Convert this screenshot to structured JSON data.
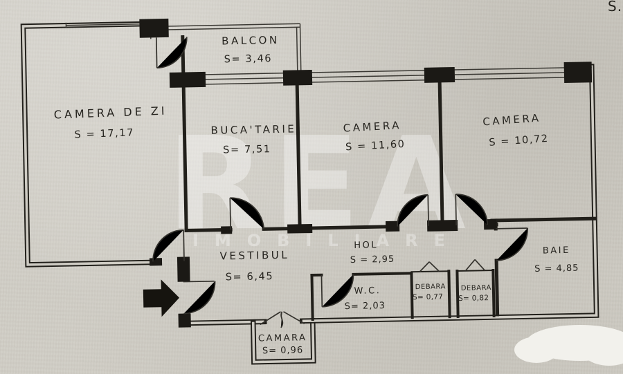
{
  "page": {
    "corner_note": "S.",
    "watermark": {
      "line1": "REA",
      "line2": "IMOBILIARE"
    },
    "colors": {
      "ink": "#211f1a",
      "paper": "#d0cdc5",
      "watermark": "rgba(255,255,255,0.36)",
      "patch": "#f2f1ec"
    }
  },
  "plan": {
    "rooms": [
      {
        "name": "BALCON",
        "area": "S= 3,46"
      },
      {
        "name": "CAMERA DE ZI",
        "area": "S = 17,17"
      },
      {
        "name": "BUCA'TARIE",
        "area": "S= 7,51"
      },
      {
        "name": "CAMERA",
        "area": "S = 11,60"
      },
      {
        "name": "CAMERA",
        "area": "S = 10,72"
      },
      {
        "name": "VESTIBUL",
        "area": "S= 6,45"
      },
      {
        "name": "HOL",
        "area": "S = 2,95"
      },
      {
        "name": "BAIE",
        "area": "S = 4,85"
      },
      {
        "name": "W.C.",
        "area": "S= 2,03"
      },
      {
        "name": "DEBARA",
        "area": "S= 0,77"
      },
      {
        "name": "DEBARA",
        "area": "S= 0,82"
      },
      {
        "name": "CAMARA",
        "area": "S= 0,96"
      }
    ]
  }
}
